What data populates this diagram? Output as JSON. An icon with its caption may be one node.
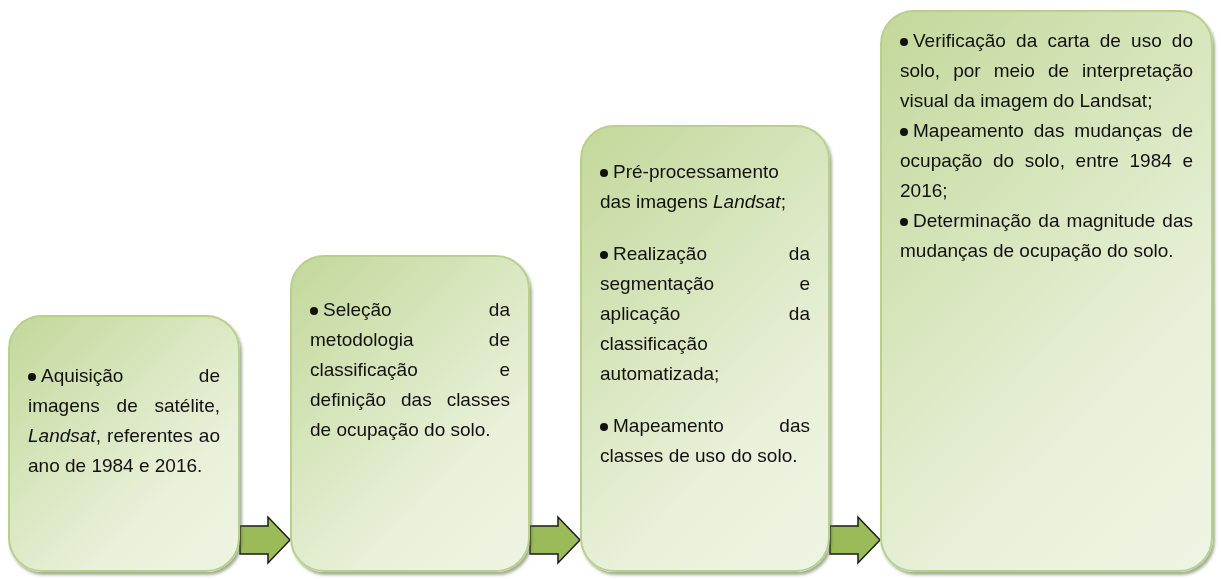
{
  "diagram": {
    "nodes": [
      {
        "text": [
          "Aquisição de imagens de satélite, *Landsat*, referentes ao ano de 1984 e 2016."
        ]
      },
      {
        "text": [
          "Seleção da metodologia de classificação e definição das classes de ocupação do solo."
        ]
      },
      {
        "text": [
          "Pré-processamento das imagens *Landsat*;",
          "Realização da segmentação e aplicação da classificação automatizada;",
          "Mapeamento das classes de uso do solo."
        ]
      },
      {
        "text": [
          "Verificação da carta de uso do solo, por meio de interpretação visual da imagem do Landsat;",
          "Mapeamento das mudanças de ocupação do solo, entre 1984 e 2016;",
          "Determinação da magnitude das mudanças de ocupação do solo."
        ]
      }
    ],
    "edges": [
      {
        "from": 0,
        "to": 1,
        "arrow": "to"
      },
      {
        "from": 1,
        "to": 2,
        "arrow": "to"
      },
      {
        "from": 2,
        "to": 3,
        "arrow": "to"
      }
    ]
  }
}
